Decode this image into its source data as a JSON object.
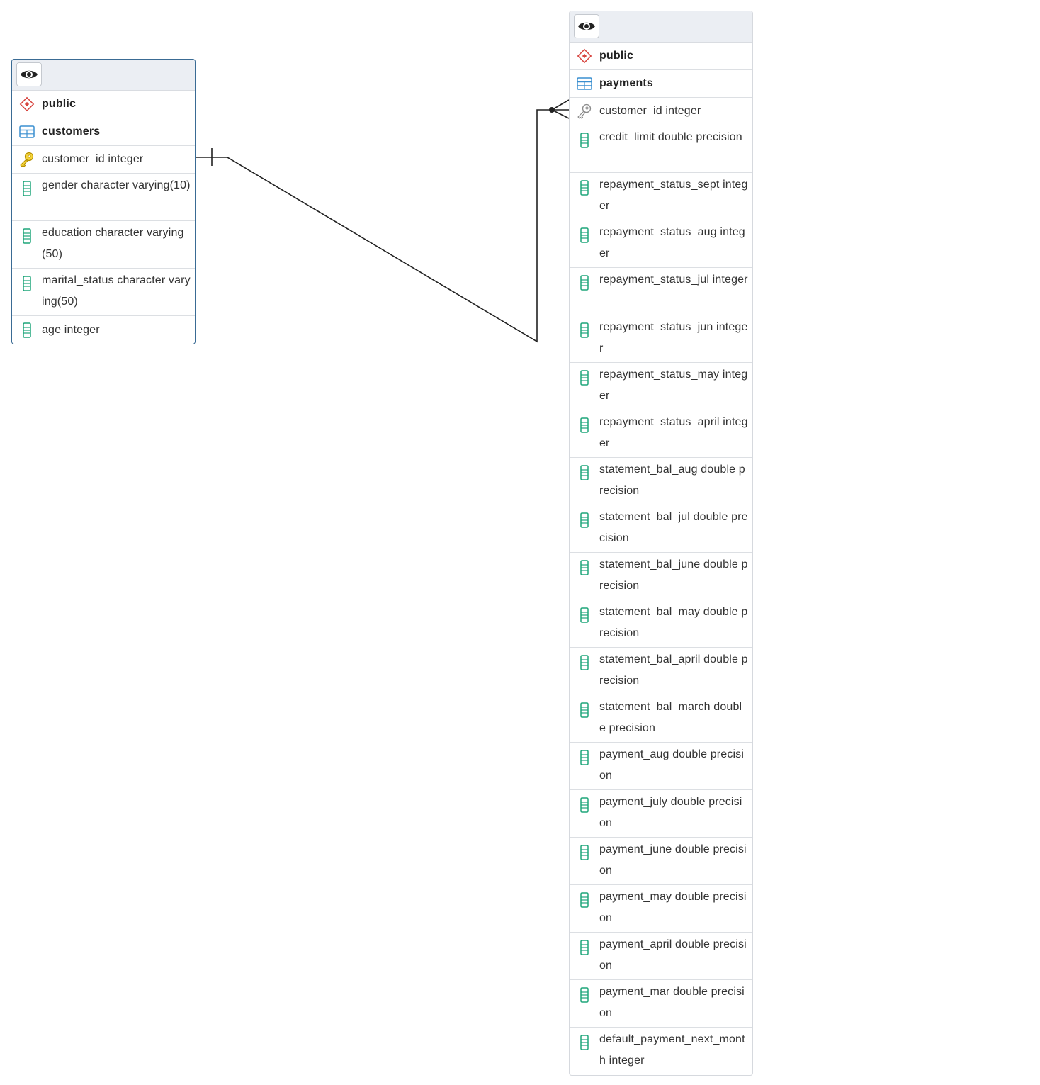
{
  "diagram": {
    "tables": [
      {
        "schema": "public",
        "name": "customers",
        "columns": [
          {
            "name": "customer_id integer",
            "icon": "primary-key-icon"
          },
          {
            "name": "gender character varying(10)",
            "icon": "column-icon"
          },
          {
            "name": "education character varying(50)",
            "icon": "column-icon"
          },
          {
            "name": "marital_status character varying(50)",
            "icon": "column-icon"
          },
          {
            "name": "age integer",
            "icon": "column-icon"
          }
        ]
      },
      {
        "schema": "public",
        "name": "payments",
        "columns": [
          {
            "name": "customer_id integer",
            "icon": "foreign-key-icon"
          },
          {
            "name": "credit_limit double precision",
            "icon": "column-icon"
          },
          {
            "name": "repayment_status_sept integer",
            "icon": "column-icon"
          },
          {
            "name": "repayment_status_aug integer",
            "icon": "column-icon"
          },
          {
            "name": "repayment_status_jul integer",
            "icon": "column-icon"
          },
          {
            "name": "repayment_status_jun integer",
            "icon": "column-icon"
          },
          {
            "name": "repayment_status_may integer",
            "icon": "column-icon"
          },
          {
            "name": "repayment_status_april integer",
            "icon": "column-icon"
          },
          {
            "name": "statement_bal_aug double precision",
            "icon": "column-icon"
          },
          {
            "name": "statement_bal_jul double precision",
            "icon": "column-icon"
          },
          {
            "name": "statement_bal_june double precision",
            "icon": "column-icon"
          },
          {
            "name": "statement_bal_may double precision",
            "icon": "column-icon"
          },
          {
            "name": "statement_bal_april double precision",
            "icon": "column-icon"
          },
          {
            "name": "statement_bal_march double precision",
            "icon": "column-icon"
          },
          {
            "name": "payment_aug double precision",
            "icon": "column-icon"
          },
          {
            "name": "payment_july double precision",
            "icon": "column-icon"
          },
          {
            "name": "payment_june double precision",
            "icon": "column-icon"
          },
          {
            "name": "payment_may double precision",
            "icon": "column-icon"
          },
          {
            "name": "payment_april double precision",
            "icon": "column-icon"
          },
          {
            "name": "payment_mar double precision",
            "icon": "column-icon"
          },
          {
            "name": "default_payment_next_month integer",
            "icon": "column-icon"
          }
        ]
      }
    ],
    "relationship": {
      "from": "customers.customer_id",
      "to": "payments.customer_id",
      "cardinality": "one-to-many"
    },
    "colors": {
      "header_bg": "#ebeef3",
      "selected_border": "#3a6b94",
      "schema_icon": "#d8453f",
      "table_icon": "#3a8fd0",
      "column_icon": "#1ea57a",
      "pk_icon": "#e6b800",
      "fk_icon": "#8a8a8a"
    }
  }
}
